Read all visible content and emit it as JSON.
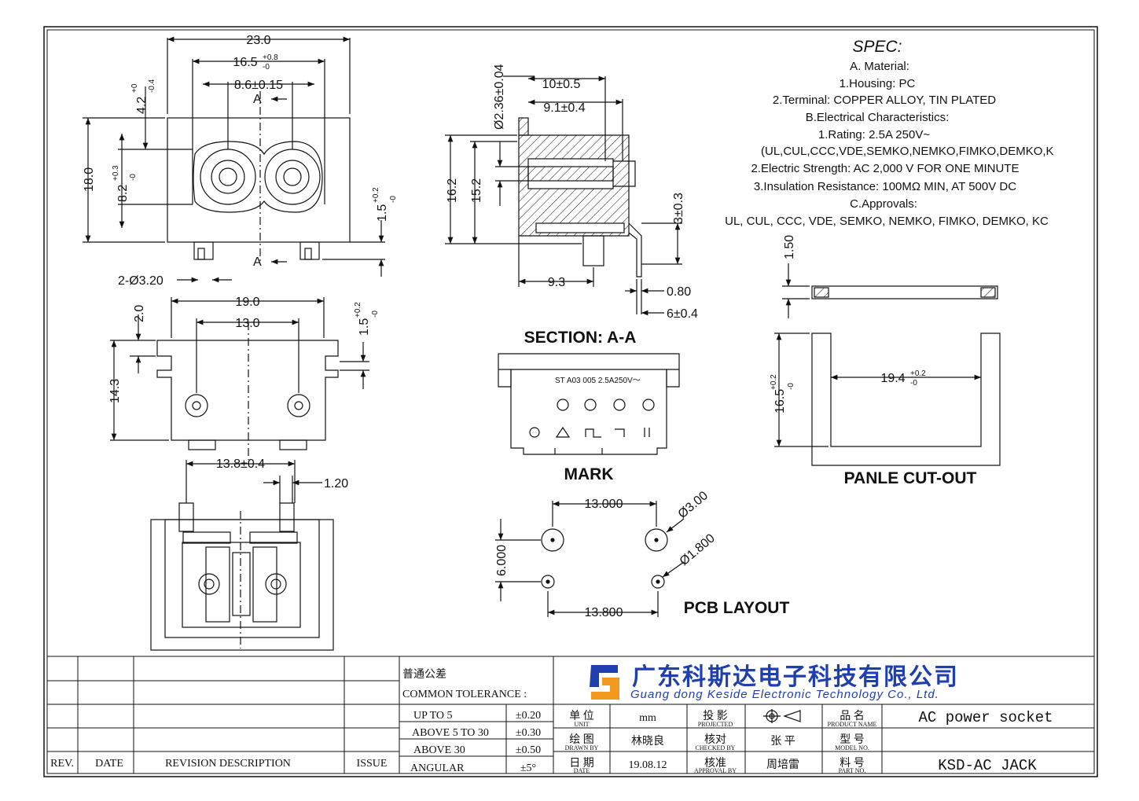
{
  "front_view": {
    "w_total": "23.0",
    "w_inner": "16.5",
    "w_inner_tol_up": "+0.8",
    "w_inner_tol_dn": "-0",
    "pin_pitch": "8.6±0.15",
    "section_mark_top": "A",
    "section_mark_bottom": "A",
    "top_offset": "4.2",
    "top_offset_tol_up": "+0",
    "top_offset_tol_dn": "-0.4",
    "height": "18.0",
    "hole_height": "8.2",
    "hole_height_tol_up": "+0.3",
    "hole_height_tol_dn": "-0",
    "bottom_offset": "1.5",
    "bottom_offset_tol_up": "+0.2",
    "bottom_offset_tol_dn": "-0",
    "pin_dia": "2-Ø3.20"
  },
  "top_view": {
    "width": "19.0",
    "pitch": "13.0",
    "flange": "2.0",
    "depth": "14.3",
    "side_tab": "1.5",
    "side_tab_tol_up": "+0.2",
    "side_tab_tol_dn": "-0"
  },
  "bottom_view": {
    "pin_span": "13.8±0.4",
    "pin_width": "1.20"
  },
  "section": {
    "title": "SECTION: A-A",
    "d1": "10±0.5",
    "d2": "9.1±0.4",
    "d3": "Ø2.36±0.04",
    "h1": "16.2",
    "h2": "15.2",
    "h3": "3±0.3",
    "b1": "9.3",
    "b2": "0.80",
    "b3": "6±0.4"
  },
  "mark": {
    "title": "MARK",
    "label_text": "ST A03 005 2.5A250V～"
  },
  "pcb": {
    "title": "PCB LAYOUT",
    "top_pitch": "13.000",
    "bottom_pitch": "13.800",
    "vertical": "6.000",
    "hole_big": "Ø3.00",
    "hole_small": "Ø1.800"
  },
  "panel": {
    "title": "PANLE CUT-OUT",
    "thickness": "1.50",
    "width": "19.4",
    "width_tol_up": "+0.2",
    "width_tol_dn": "-0",
    "height": "16.5",
    "height_tol_up": "+0.2",
    "height_tol_dn": "-0"
  },
  "spec": {
    "title": "SPEC:",
    "lines": [
      "A. Material:",
      "1.Housing: PC",
      "2.Terminal: COPPER ALLOY, TIN PLATED",
      "B.Electrical Characteristics:",
      "1.Rating:  2.5A 250V~",
      "(UL,CUL,CCC,VDE,SEMKO,NEMKO,FIMKO,DEMKO,K",
      "2.Electric Strength: AC 2,000 V FOR ONE MINUTE",
      "3.Insulation Resistance: 100MΩ MIN, AT 500V DC",
      "C.Approvals:",
      "UL, CUL, CCC, VDE, SEMKO, NEMKO, FIMKO, DEMKO, KC"
    ]
  },
  "title_block": {
    "rev": "REV.",
    "date": "DATE",
    "revision_description": "REVISION  DESCRIPTION",
    "issue": "ISSUE",
    "tolerance_cn": "普通公差",
    "tolerance_en": "COMMON TOLERANCE :",
    "tol_rows": [
      {
        "range": "UP TO 5",
        "value": "±0.20"
      },
      {
        "range": "ABOVE 5 TO 30",
        "value": "±0.30"
      },
      {
        "range": "ABOVE 30",
        "value": "±0.50"
      },
      {
        "range": "ANGULAR",
        "value": "±5°"
      }
    ],
    "company_cn": "广东科斯达电子科技有限公司",
    "company_en": "Guang dong Keside  Electronic Technology Co., Ltd.",
    "unit_cn": "单 位",
    "unit_en": "UNIT",
    "unit_value": "mm",
    "projected_cn": "投 影",
    "projected_en": "PROJECTED",
    "product_name_cn": "品 名",
    "product_name_en": "PRODUCT NAME",
    "product_name": "AC power socket",
    "drawn_cn": "绘 图",
    "drawn_en": "DRAWN BY",
    "drawn_value": "林晓良",
    "checked_cn": "核对",
    "checked_en": "CHECKED BY",
    "checked_value": "张 平",
    "model_cn": "型 号",
    "model_en": "MODEL NO.",
    "date_cn": "日 期",
    "date_en": "DATE",
    "date_value": "19.08.12",
    "approval_cn": "核准",
    "approval_en": "APPROVAL BY",
    "approval_value": "周培雷",
    "part_cn": "料 号",
    "part_en": "PART NO.",
    "part_value": "KSD-AC JACK"
  },
  "colors": {
    "ink": "#111111",
    "logo_blue": "#1f3fae",
    "logo_orange": "#f39a1e"
  }
}
